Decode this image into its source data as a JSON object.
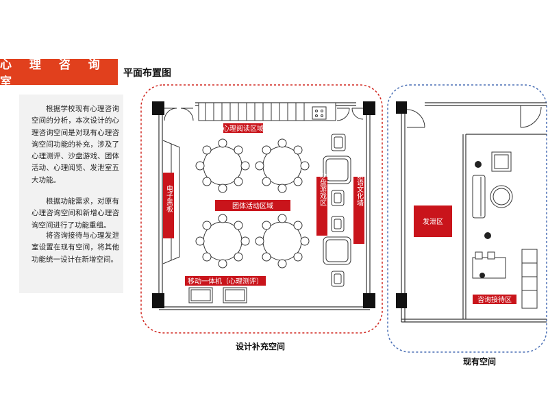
{
  "header": {
    "title": "心 理 咨 询 室",
    "subtitle": "平面布置图"
  },
  "description": {
    "paragraphs": [
      "根据学校现有心理咨询空间的分析，本次设计的心理咨询空间是对现有心理咨询空间功能的补充，涉及了心理测评、沙盘游戏、团体活动、心理阅览、发泄室五大功能。",
      "根据功能需求，对原有心理咨询空间和新增心理咨询空间进行了功能重组。",
      "将咨询接待与心理发泄室设置在现有空间，将其他功能统一设计在新增空间。"
    ]
  },
  "plan_left": {
    "caption": "设计补充空间",
    "labels": {
      "reading": "心理阅读区域",
      "e_board": "电子黑板",
      "group": "团体活动区域",
      "sandplay": "沙盘游戏区",
      "culture_wall": "心灵絮语文化墙",
      "mobile": "移动一体机（心理测评）"
    },
    "border_color": "#d0261f"
  },
  "plan_right": {
    "caption": "现有空间",
    "labels": {
      "vent": "发泄区",
      "reception": "咨询接待区"
    },
    "border_color": "#4a6fb5"
  },
  "colors": {
    "accent": "#e1401d",
    "label_red": "#c9141b"
  }
}
